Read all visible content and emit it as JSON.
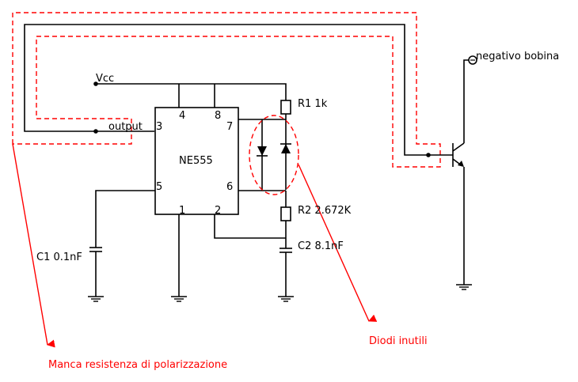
{
  "diagram": {
    "type": "circuit schematic",
    "ic": {
      "name": "NE555",
      "pins": {
        "p1": "1",
        "p2": "2",
        "p3": "3",
        "p4": "4",
        "p5": "5",
        "p6": "6",
        "p7": "7",
        "p8": "8"
      }
    },
    "labels": {
      "vcc": "Vcc",
      "output": "output",
      "coil": "negativo bobina",
      "r1": "R1  1k",
      "r2": "R2  2.672K",
      "c1": "C1 0.1nF",
      "c2": "C2 8.1nF"
    },
    "annotations": {
      "bias_resistor": "Manca resistenza di polarizzazione",
      "diodes": "Diodi inutili"
    },
    "colors": {
      "wire": "#000000",
      "annotation": "#ff0000"
    }
  }
}
